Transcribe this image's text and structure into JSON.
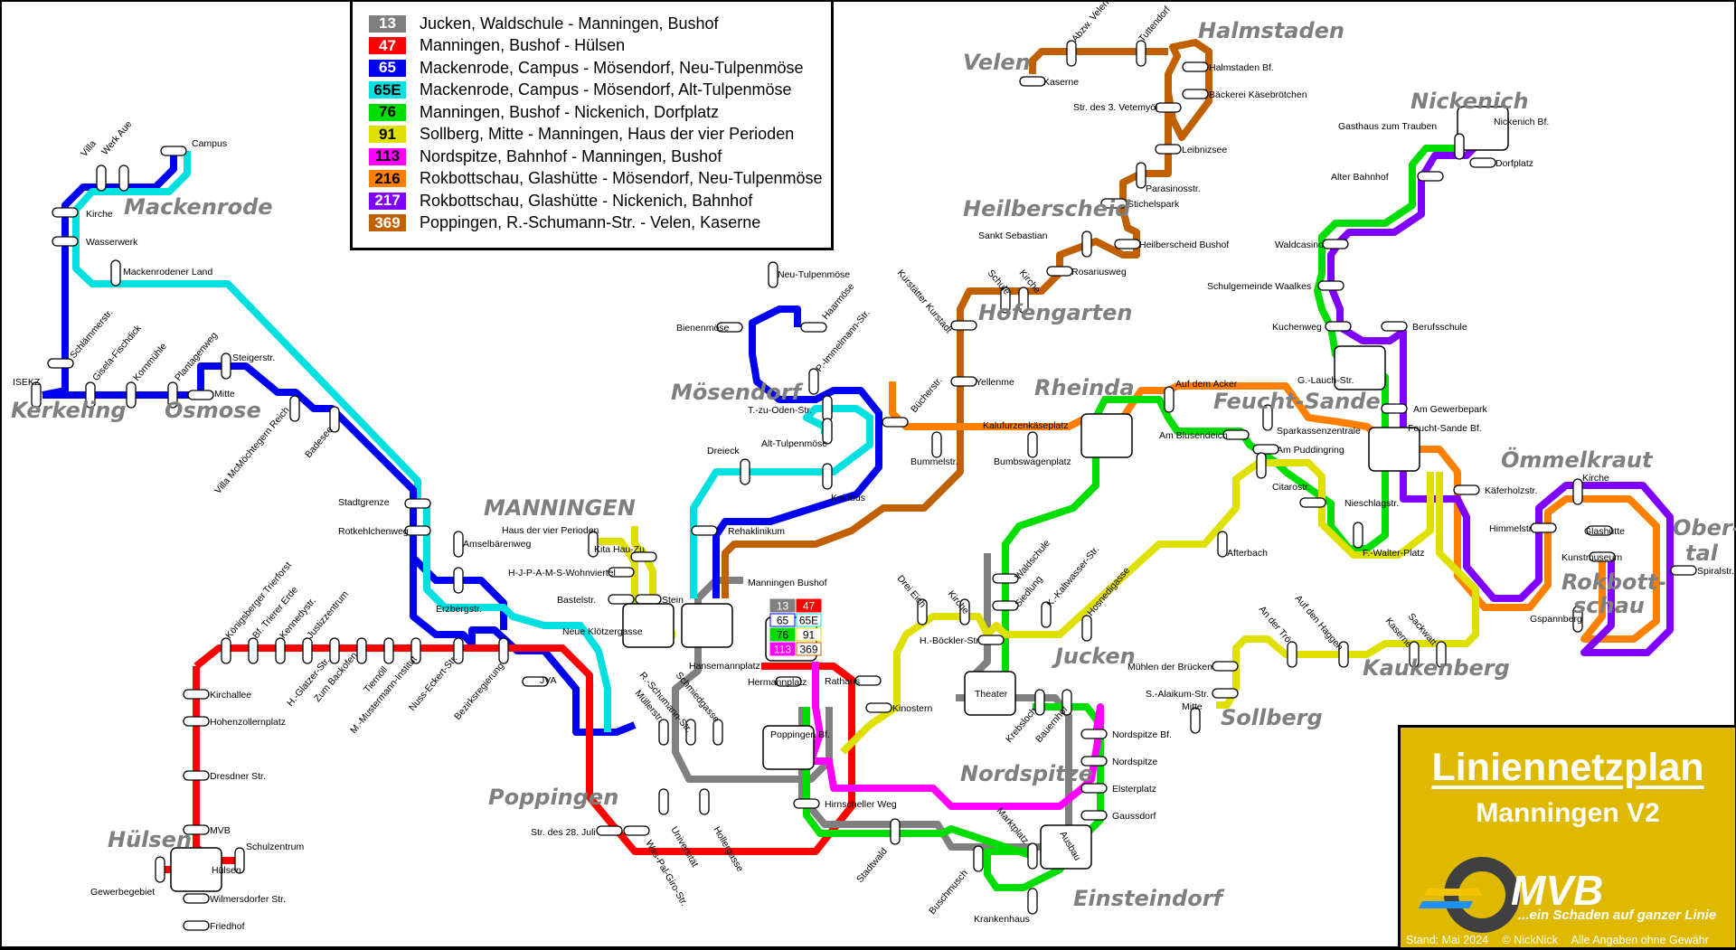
{
  "legend": [
    {
      "line": "13",
      "label": "Jucken, Waldschule - Manningen, Bushof",
      "color": "#808080",
      "text_color": "#ffffff"
    },
    {
      "line": "47",
      "label": "Manningen, Bushof - Hülsen",
      "color": "#ff0000",
      "text_color": "#ffffff"
    },
    {
      "line": "65",
      "label": "Mackenrode, Campus - Mösendorf, Neu-Tulpenmöse",
      "color": "#0000f0",
      "text_color": "#ffffff"
    },
    {
      "line": "65E",
      "label": "Mackenrode, Campus - Mösendorf, Alt-Tulpenmöse",
      "color": "#00e0e0",
      "text_color": "#000000"
    },
    {
      "line": "76",
      "label": "Manningen, Bushof - Nickenich, Dorfplatz",
      "color": "#00dd00",
      "text_color": "#000000"
    },
    {
      "line": "91",
      "label": "Sollberg, Mitte - Manningen, Haus der vier Perioden",
      "color": "#e0e000",
      "text_color": "#000000"
    },
    {
      "line": "113",
      "label": "Nordspitze, Bahnhof - Manningen, Bushof",
      "color": "#ff00ff",
      "text_color": "#000000"
    },
    {
      "line": "216",
      "label": "Rokbottschau, Glashütte - Mösendorf, Neu-Tulpenmöse",
      "color": "#ff8000",
      "text_color": "#000000"
    },
    {
      "line": "217",
      "label": "Rokbottschau, Glashütte - Nickenich, Bahnhof",
      "color": "#8000ff",
      "text_color": "#ffffff"
    },
    {
      "line": "369",
      "label": "Poppingen, R.-Schumann-Str. - Velen, Kaserne",
      "color": "#c06000",
      "text_color": "#ffffff"
    }
  ],
  "districts": [
    "Mackenrode",
    "Kerkeling",
    "Osmose",
    "MANNINGEN",
    "Mösendorf",
    "Poppingen",
    "Hülsen",
    "Velen",
    "Halmstaden",
    "Heilberscheid",
    "Hofengarten",
    "Rheinda",
    "Nickenich",
    "Feucht-Sande",
    "Ömmelkraut",
    "Ober-",
    "tal",
    "Rokbott-",
    "schau",
    "Jucken",
    "Kaukenberg",
    "Sollberg",
    "Nordspitze",
    "Einsteindorf"
  ],
  "stations": {
    "campus": "Campus",
    "werk_aue": "Werk Aue",
    "villa": "Villa",
    "kirche_mack": "Kirche",
    "wasserwerk": "Wasserwerk",
    "mack_land": "Mackenrodener Land",
    "isekz": "ISEKZ",
    "schlaemmer": "Schlämmerstr.",
    "gisela": "Gisela-Fischdick",
    "kornmuehle": "Kornmühle",
    "plantagenweg": "Plantagenweg",
    "mitte_osm": "Mitte",
    "steiger": "Steigerstr.",
    "villa_mc": "Villa McMöchtegern Reich",
    "badesee": "Badesee",
    "stadtgrenze": "Stadtgrenze",
    "rotkehlchen": "Rotkehlchenweg",
    "amselbaeren": "Amselbärenweg",
    "erzberg": "Erzbergstr.",
    "koenigsberger": "Königsberger Trierforst",
    "bf_trierer": "Bf. Trierer Erde",
    "kennedy": "Kennedystr.",
    "justiz": "Justizzentrum",
    "glatzer": "H.-Glatzer-Str.",
    "backofen": "Zum Backofen",
    "tiernoell": "Tiernöll",
    "mustermann": "M.-Mustermann-Institut",
    "nuss": "Nuss-Eckert-Str.",
    "bezirk": "Bezirksregierung",
    "kirchallee": "Kirchallee",
    "hohenzollern": "Hohenzollernplatz",
    "dresdner": "Dresdner Str.",
    "mvb": "MVB",
    "schulzentrum": "Schulzentrum",
    "huelsen": "Hülsen",
    "gewerbegebiet": "Gewerbegebiet",
    "wilmersdorfer": "Wilmersdorfer Str.",
    "friedhof": "Friedhof",
    "haus_vier": "Haus der vier Perioden",
    "kita": "Kita Hau-Zu",
    "hjpams": "H-J-P-A-M-S-Wohnviertel",
    "bastel": "Bastelstr.",
    "stein": "Stein",
    "neue_kloetzer": "Neue Klötzergasse",
    "hansemann": "Hansemannplatz",
    "bushof": "Manningen Bushof",
    "jva": "JVA",
    "hermann": "Hermannplatz",
    "rathaus": "Rathaus",
    "kinostern": "Kinostern",
    "rehaklinikum": "Rehaklinikum",
    "schumann": "R.-Schumann-Str.",
    "schmied": "Schmiedgasse",
    "mueller": "Müllerstr.",
    "poppingen_bf": "Poppingen Bf.",
    "str28": "Str. des 28. Juli",
    "wasgiro": "Was-Pal-Giro-Str.",
    "universitaet": "Universität",
    "hollergasse": "Hollergasse",
    "neu_tulpen": "Neu-Tulpenmöse",
    "bienen": "Bienenmöse",
    "haarmoese": "Haarmöse",
    "immelmann": "P.-Immelmann-Str.",
    "tzuoden": "T.-zu-Oden-Str.",
    "alt_tulpen": "Alt-Tulpenmöse",
    "dreieck": "Dreieck",
    "keinbus": "Keinbus",
    "buecher": "Bücherstr.",
    "bummel": "Bummelstr.",
    "bumbswagen": "Bumbswagenplatz",
    "kaluf": "Kalufurzenkäseplatz",
    "kurstaetter": "Kurstätter Kurstadt",
    "schule_hof": "Schule",
    "kirche_hof": "Kirche",
    "yellenme": "Yellenme",
    "rosarius": "Rosariusweg",
    "sebastian": "Sankt Sebastian",
    "heil_bushof": "Heilberscheid Bushof",
    "stichels": "Stichelspark",
    "parasinos": "Parasinosstr.",
    "leibniz": "Leibnizsee",
    "vetemyoel": "Str. des 3. Vetemyöl",
    "baeckerei": "Bäckerei Käsebrötchen",
    "halm_bf": "Halmstaden Bf.",
    "tuttendorf": "Tuttendorf",
    "abzw_velen": "Abzw. Velen",
    "kaserne_velen": "Kaserne",
    "nickenich_bf": "Nickenich Bf.",
    "dorfplatz": "Dorfplatz",
    "gasthaus": "Gasthaus zum Trauben",
    "alter_bf": "Alter Bahnhof",
    "waldcasino": "Waldcasino",
    "waalkes": "Schulgemeinde Waalkes",
    "kuchenweg": "Kuchenweg",
    "berufsschule": "Berufsschule",
    "lauch": "G.-Lauch-Str.",
    "gewerbepark": "Am Gewerbepark",
    "feucht_bf": "Feucht-Sande Bf.",
    "sparkasse": "Sparkassenzentrale",
    "pudding": "Am Puddingring",
    "blusendeich": "Am Blusendeich",
    "acker": "Auf dem Acker",
    "citaro": "Citarostr.",
    "nieschlag": "Nieschlagstr.",
    "walter": "F.-Walter-Platz",
    "afterbach": "Afterbach",
    "kaeferholz": "Käferholzstr.",
    "kirche_oem": "Kirche",
    "himmel": "Himmelstr.",
    "glashuette": "Glashütte",
    "kunstmuseum": "Kunstmuseum",
    "spiral": "Spiralstr.",
    "gspannberg": "Gspannberg",
    "waldschule": "Waldschule",
    "siedlung": "Siedlung",
    "kaltwasser": "K.-Kaltwasser-Str.",
    "hosnedig": "Hosnedigasse",
    "drei_eich": "Drei Eich",
    "kirche_juck": "Kirche",
    "boeckler": "H.-Böckler-Str.",
    "theater": "Theater",
    "krebsloch": "Krebsloch",
    "bauernhof": "Bauernhof",
    "muehlen": "Mühlen der Brücken",
    "alaikum": "S.-Alaikum-Str.",
    "mitte_soll": "Mitte",
    "an_troe": "An der Trö",
    "haggen": "Auf den Haggen",
    "kaserne_kau": "Kaserne",
    "sackwatt": "Sackwatt",
    "nordspitze_bf": "Nordspitze Bf.",
    "nordspitze": "Nordspitze",
    "elster": "Elsterplatz",
    "gaussdorf": "Gaussdorf",
    "hirnscheller": "Hirnscheller Weg",
    "stadtwald": "Stadtwald",
    "buschmusch": "Buschmusch",
    "marktplatz": "Marktplatz",
    "ausbau": "Ausbau",
    "krankenhaus": "Krankenhaus"
  },
  "info": {
    "title": "Liniennetzplan",
    "subtitle": "Manningen V2",
    "logo_text": "MVB",
    "slogan": "...ein Schaden auf ganzer Linie",
    "stand": "Stand: Mai 2024",
    "author": "© NickNick",
    "disclaimer": "Alle Angaben ohne Gewähr",
    "logo_colors": {
      "yellow": "#f5c400",
      "blue": "#1e90ff",
      "ring": "#404040"
    }
  }
}
